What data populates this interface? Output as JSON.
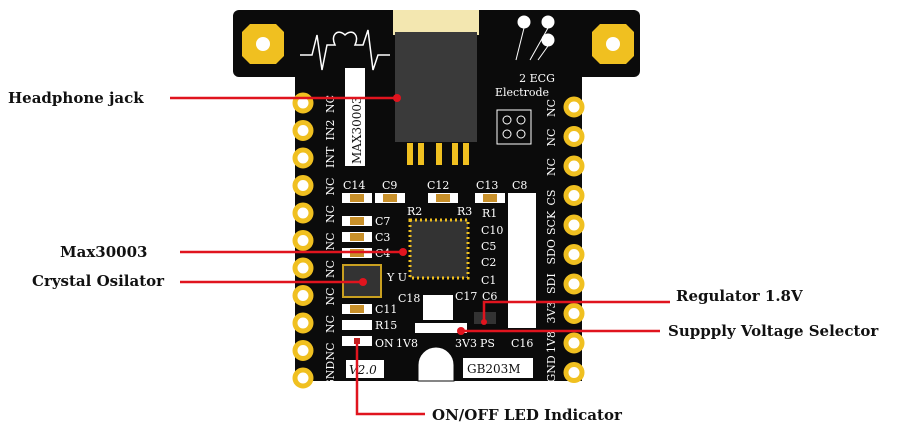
{
  "callouts": {
    "headphone_jack": "Headphone jack",
    "max30003": "Max30003",
    "crystal": "Crystal Osilator",
    "regulator": "Regulator 1.8V",
    "voltage_selector": "Suppply Voltage Selector",
    "led": "ON/OFF LED Indicator"
  },
  "board": {
    "chip_label": "MAX30003",
    "ecg_line1": "2 ECG",
    "ecg_line2": "Electrode",
    "version": "V2.0",
    "model": "GB203M",
    "left_pins": [
      "NC",
      "IN2",
      "INT",
      "NC",
      "NC",
      "NC",
      "NC",
      "NC",
      "NC",
      "NC",
      "GND"
    ],
    "right_pins": [
      "NC",
      "NC",
      "NC",
      "CS",
      "SCK",
      "SDO",
      "SDI",
      "3V3",
      "1V8",
      "GND"
    ],
    "components": [
      "C14",
      "C9",
      "C12",
      "C13",
      "C8",
      "R2",
      "R3",
      "R1",
      "C7",
      "C3",
      "C4",
      "C10",
      "C5",
      "C2",
      "C1",
      "Y U",
      "C18",
      "C17",
      "C6",
      "C11",
      "R15",
      "ON",
      "1V8",
      "3V3",
      "PS",
      "C16"
    ]
  },
  "colors": {
    "callout": "#e0141e",
    "board": "#0b0b0b",
    "gold": "#f0c020"
  }
}
